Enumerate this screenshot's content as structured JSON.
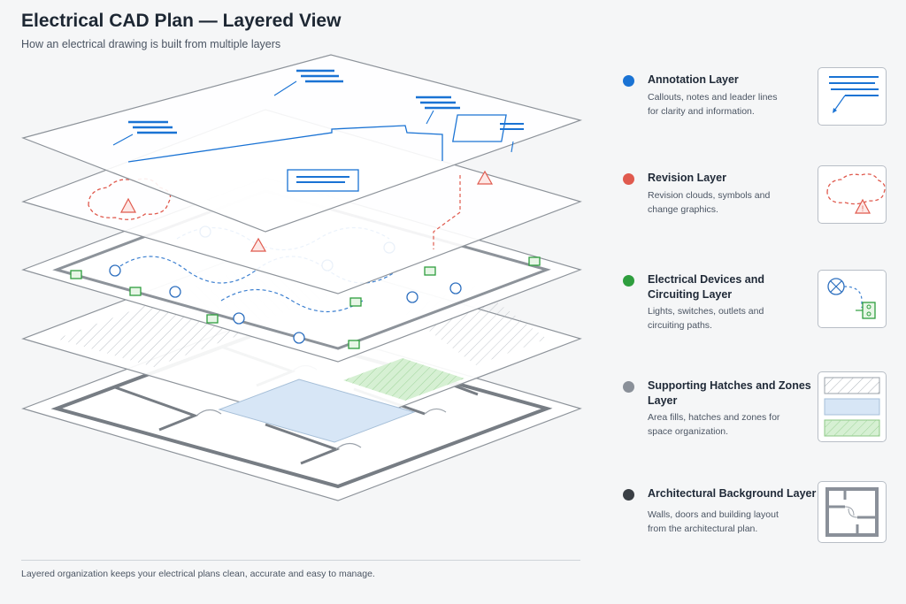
{
  "header": {
    "title": "Electrical CAD Plan — Layered View",
    "subtitle": "How an electrical drawing is built from multiple layers"
  },
  "colors": {
    "annotation": "#1a73d4",
    "revision": "#e05a4e",
    "devices": "#2e9e3e",
    "hatches": "#8a9099",
    "architecture": "#3a3f45",
    "zone_blue": "#d7e6f6",
    "zone_green": "#d6f0d3"
  },
  "legend": [
    {
      "id": "annotation",
      "title": "Annotation Layer",
      "desc": "Callouts, notes and leader lines for clarity and information.",
      "icon": "annotation-icon"
    },
    {
      "id": "revision",
      "title": "Revision Layer",
      "desc": "Revision clouds, symbols and change graphics.",
      "icon": "revision-cloud-icon"
    },
    {
      "id": "devices",
      "title": "Electrical Devices and Circuiting Layer",
      "desc": "Lights, switches, outlets and circuiting paths.",
      "icon": "electrical-devices-icon"
    },
    {
      "id": "hatches",
      "title": "Supporting Hatches and Zones Layer",
      "desc": "Area fills, hatches and zones for space organization.",
      "icon": "hatch-zones-icon"
    },
    {
      "id": "architecture",
      "title": "Architectural Background Layer",
      "desc": "Walls, doors and building layout from the architectural plan.",
      "icon": "floor-plan-icon"
    }
  ],
  "footer": {
    "note": "Layered organization keeps your electrical plans clean, accurate and easy to manage."
  }
}
